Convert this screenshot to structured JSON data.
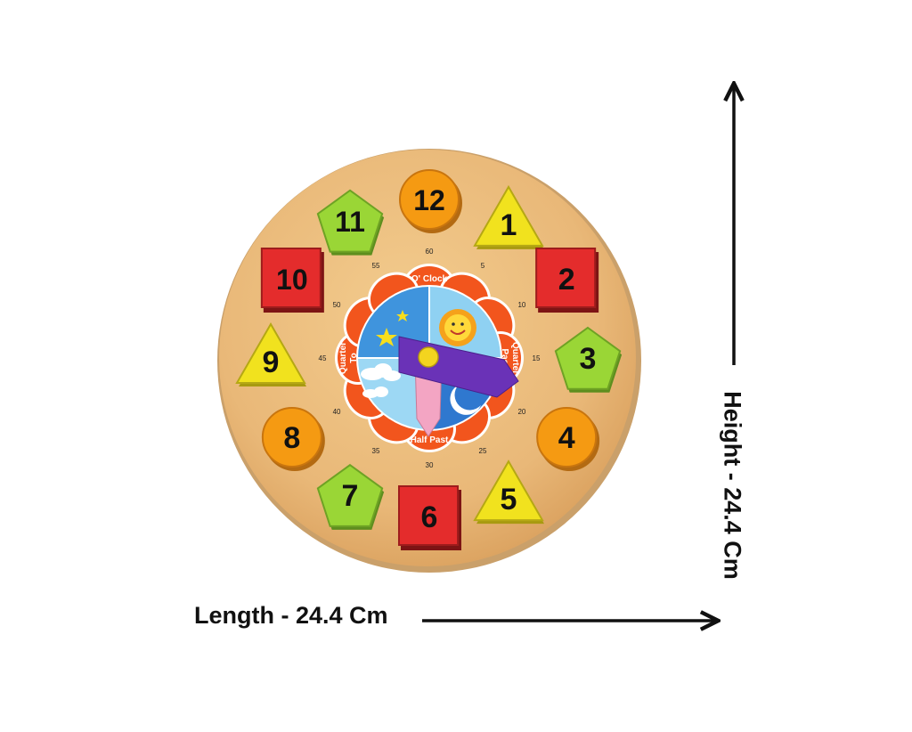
{
  "photo": {
    "subject": "wooden-shape-sorting-clock",
    "colors": {
      "wood": "#e9b878",
      "red": "#e42c2c",
      "orange": "#f59a12",
      "yellow": "#f1e21e",
      "green": "#9ad636",
      "flower": "#f2551d",
      "sky": "#3f94dd",
      "hand": "#6a32b7",
      "pink_hand": "#f3a5c3"
    }
  },
  "clock": {
    "numbers": [
      {
        "n": "12",
        "shape": "circle",
        "color": "orange"
      },
      {
        "n": "1",
        "shape": "triangle",
        "color": "yellow"
      },
      {
        "n": "2",
        "shape": "square",
        "color": "red"
      },
      {
        "n": "3",
        "shape": "pentagon",
        "color": "green"
      },
      {
        "n": "4",
        "shape": "circle",
        "color": "orange"
      },
      {
        "n": "5",
        "shape": "triangle",
        "color": "yellow"
      },
      {
        "n": "6",
        "shape": "square",
        "color": "red"
      },
      {
        "n": "7",
        "shape": "pentagon",
        "color": "green"
      },
      {
        "n": "8",
        "shape": "circle",
        "color": "orange"
      },
      {
        "n": "9",
        "shape": "triangle",
        "color": "yellow"
      },
      {
        "n": "10",
        "shape": "square",
        "color": "red"
      },
      {
        "n": "11",
        "shape": "pentagon",
        "color": "green"
      }
    ],
    "minute_marks": [
      "60",
      "5",
      "10",
      "15",
      "20",
      "25",
      "30",
      "35",
      "40",
      "45",
      "50",
      "55"
    ],
    "face_labels": {
      "top": "O' Clock",
      "bottom": "Half Past",
      "right_line1": "Quarter",
      "right_line2": "Past",
      "left_line1": "Quarter",
      "left_line2": "To"
    }
  },
  "dimensions": {
    "length": "Length - 24.4 Cm",
    "height": "Height - 24.4 Cm"
  }
}
